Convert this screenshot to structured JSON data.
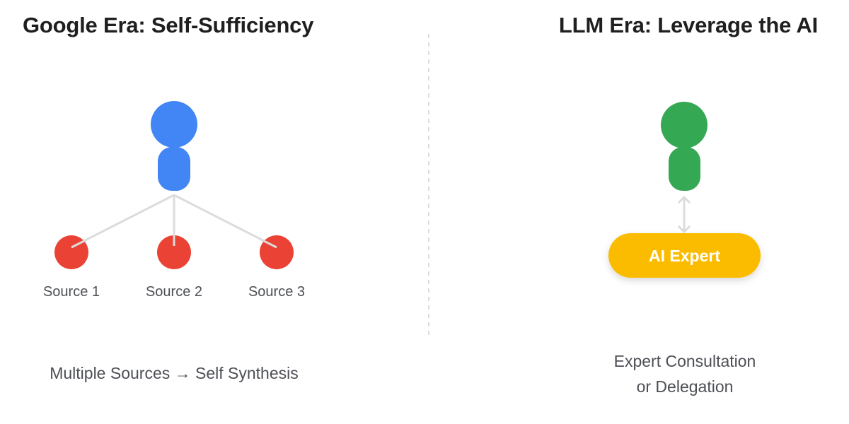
{
  "left": {
    "title": "Google Era: Self-Sufficiency",
    "sources": [
      "Source 1",
      "Source 2",
      "Source 3"
    ],
    "caption": "Multiple Sources → Self Synthesis",
    "person_color": "#4285F4",
    "source_color": "#EA4335"
  },
  "right": {
    "title": "LLM Era: Leverage the AI",
    "expert_label": "AI Expert",
    "caption_lines": [
      "Expert Consultation",
      "or Delegation"
    ],
    "person_color": "#34A853",
    "expert_color": "#FBBC04"
  },
  "colors": {
    "connector": "#dcdcdc",
    "divider": "#d0d0d0",
    "text": "#1f1f1f",
    "muted_text": "#4d4f55"
  }
}
